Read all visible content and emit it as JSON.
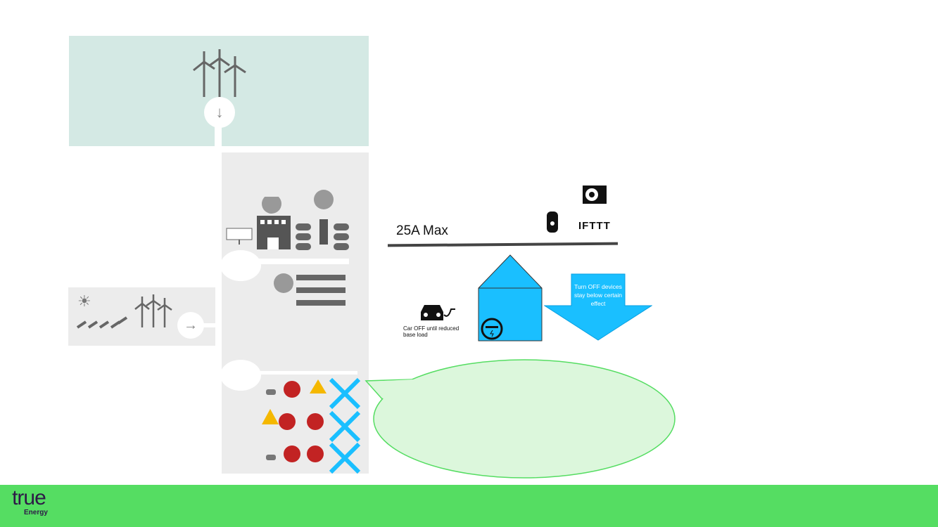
{
  "main": {
    "limit_label": "25A Max",
    "ifttt_label": "IFTTT",
    "car_caption": "Car OFF until reduced base load",
    "arrow_text": "Turn OFF devices stay below certain effect",
    "colors": {
      "accent": "#1abfff",
      "footer": "#55dd62",
      "bubble": "#dcf7dc",
      "logo": "#2e1a47"
    }
  },
  "footer": {
    "logo_text": "true",
    "logo_sub": "Energy"
  }
}
